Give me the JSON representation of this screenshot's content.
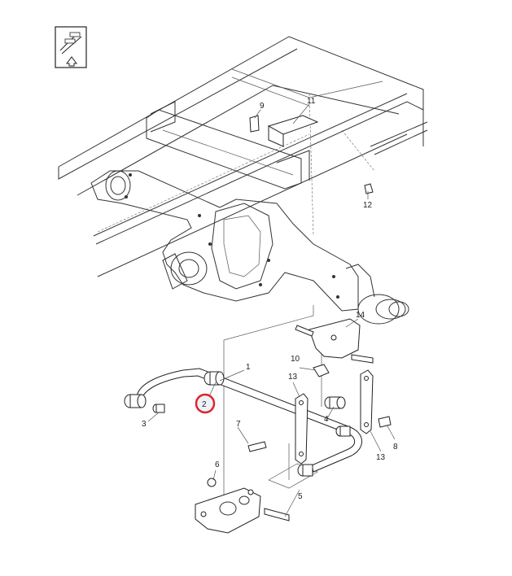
{
  "nav_icon": {
    "name": "view-orientation-icon"
  },
  "callouts": [
    {
      "id": "c1",
      "text": "1"
    },
    {
      "id": "c2",
      "text": "2"
    },
    {
      "id": "c3",
      "text": "3"
    },
    {
      "id": "c4",
      "text": "4"
    },
    {
      "id": "c5",
      "text": "5"
    },
    {
      "id": "c6",
      "text": "6"
    },
    {
      "id": "c7",
      "text": "7"
    },
    {
      "id": "c8",
      "text": "8"
    },
    {
      "id": "c9",
      "text": "9"
    },
    {
      "id": "c10",
      "text": "10"
    },
    {
      "id": "c11",
      "text": "11"
    },
    {
      "id": "c12",
      "text": "12"
    },
    {
      "id": "c13a",
      "text": "13"
    },
    {
      "id": "c13b",
      "text": "13"
    },
    {
      "id": "c14",
      "text": "14"
    }
  ],
  "highlight": {
    "callout": "2",
    "color": "#d9262c"
  }
}
